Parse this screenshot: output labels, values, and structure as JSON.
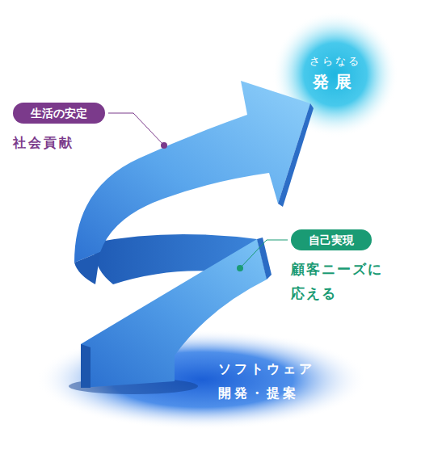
{
  "diagram": {
    "nodes": [
      {
        "text": [
          "さらなる",
          "発展"
        ]
      },
      {
        "text": [
          "生活の安定",
          "社会貢献"
        ]
      },
      {
        "text": [
          "自己実現",
          "顧客ニーズに 応える"
        ]
      },
      {
        "text": [
          "ソフトウェア 開発・提案"
        ]
      }
    ]
  }
}
